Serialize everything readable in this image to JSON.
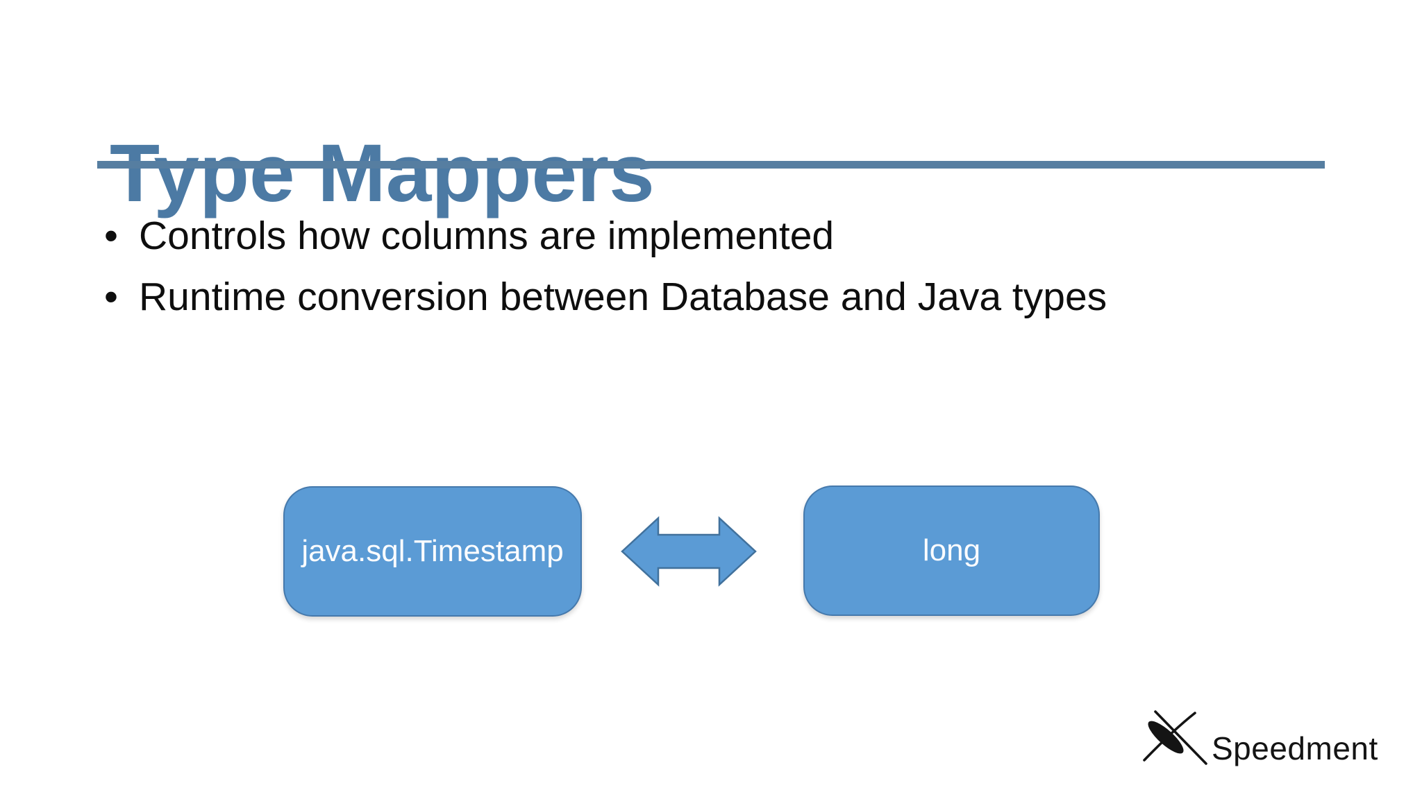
{
  "slide": {
    "title": "Type Mappers",
    "bullets": [
      "Controls how columns are implemented",
      "Runtime conversion between Database and Java types"
    ],
    "bullet_marker": "•",
    "diagram": {
      "left_box_label": "java.sql.Timestamp",
      "right_box_label": "long",
      "arrow": "double-headed-horizontal"
    },
    "logo_text": "Speedment",
    "colors": {
      "title": "#4C7AA4",
      "rule": "#567EA1",
      "body_text": "#0E0E0E",
      "box_fill": "#5B9BD5",
      "box_border": "#4579AC",
      "box_text": "#FBFCFE",
      "arrow_fill": "#5B9BD5",
      "arrow_border": "#41719C",
      "logo_color": "#141414"
    }
  }
}
